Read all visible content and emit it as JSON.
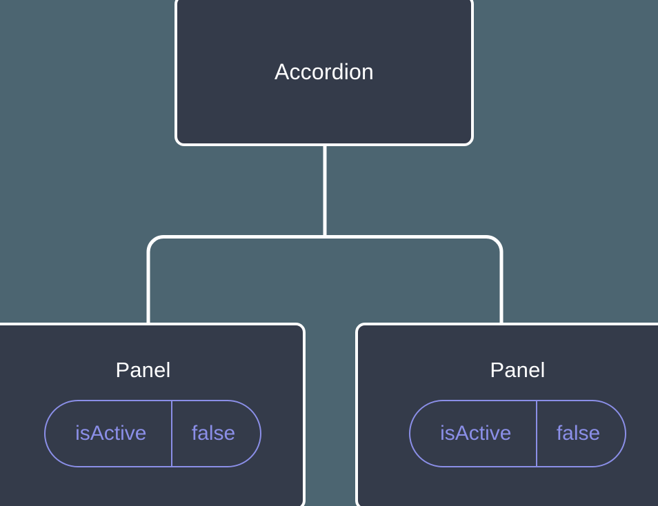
{
  "diagram": {
    "background_color": "#4c6571",
    "node_fill_color": "#343b4a",
    "node_border_color": "#ffffff",
    "connector_color": "#ffffff",
    "accent_color": "#8b8fe8",
    "title_text_color": "#ffffff",
    "root": {
      "label": "Accordion"
    },
    "children": [
      {
        "label": "Panel",
        "prop": {
          "key": "isActive",
          "value": "false"
        }
      },
      {
        "label": "Panel",
        "prop": {
          "key": "isActive",
          "value": "false"
        }
      }
    ]
  }
}
